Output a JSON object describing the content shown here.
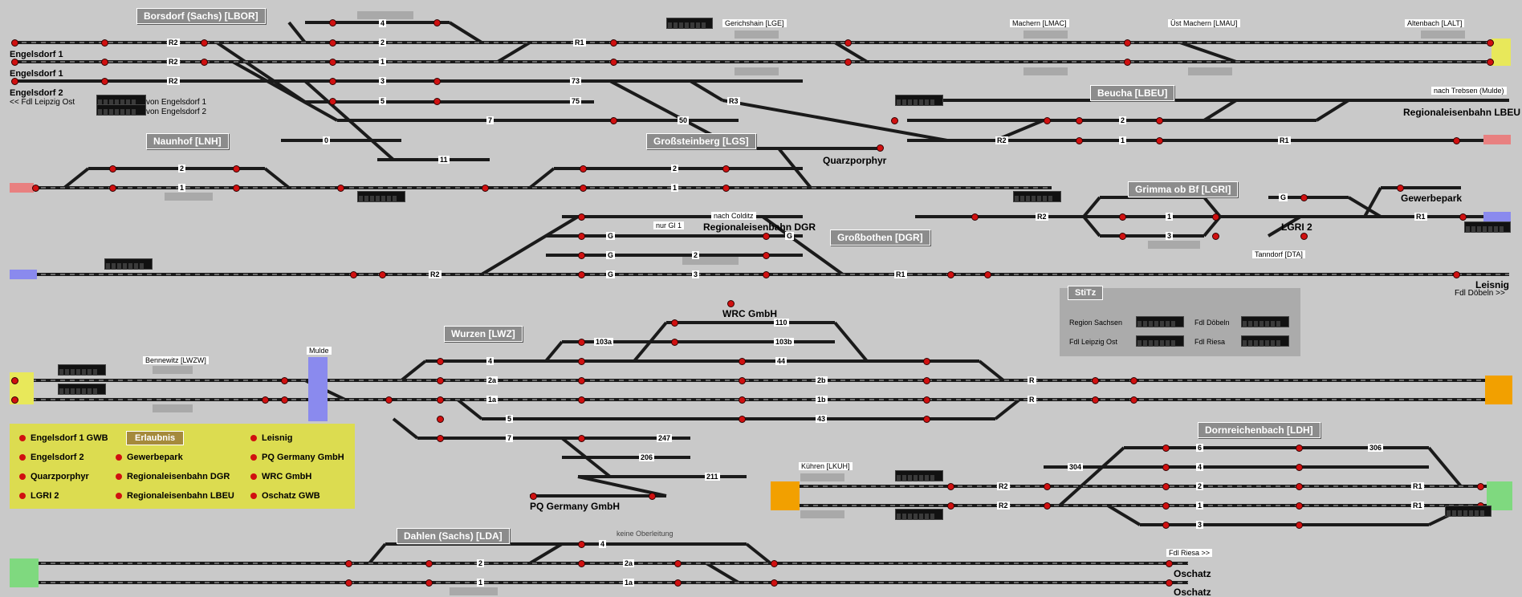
{
  "stations": [
    {
      "id": "borsdorf",
      "label": "Borsdorf (Sachs) [LBOR]"
    },
    {
      "id": "naunhof",
      "label": "Naunhof [LNH]"
    },
    {
      "id": "grosssteinberg",
      "label": "Großsteinberg [LGS]"
    },
    {
      "id": "beucha",
      "label": "Beucha [LBEU]"
    },
    {
      "id": "grimma",
      "label": "Grimma ob Bf [LGRI]"
    },
    {
      "id": "grossbothen",
      "label": "Großbothen [DGR]"
    },
    {
      "id": "wurzen",
      "label": "Wurzen [LWZ]"
    },
    {
      "id": "dornreichenbach",
      "label": "Dornreichenbach [LDH]"
    },
    {
      "id": "dahlen",
      "label": "Dahlen (Sachs) [LDA]"
    }
  ],
  "labels": {
    "engelsdorf1a": "Engelsdorf 1",
    "engelsdorf1b": "Engelsdorf 1",
    "engelsdorf2": "Engelsdorf 2",
    "fdl_leipzig": "<< Fdl Leipzig Ost",
    "von_engelsdorf1": "von Engelsdorf 1",
    "von_engelsdorf2": "von Engelsdorf 2",
    "gerichshain": "Gerichshain [LGE]",
    "machern": "Machern [LMAC]",
    "ust_machern": "Üst Machern [LMAU]",
    "altenbach": "Altenbach [LALT]",
    "nach_trebsen": "nach Trebsen (Mulde)",
    "rb_lbeu": "Regionaleisenbahn LBEU",
    "quarzporphyr": "Quarzporphyr",
    "gewerbepark": "Gewerbepark",
    "nach_colditz": "nach Colditz",
    "nur_gl1": "nur Gl 1",
    "rb_dgr": "Regionaleisenbahn DGR",
    "lgri2": "LGRI 2",
    "tanndorf": "Tanndorf [DTA]",
    "leisnig": "Leisnig",
    "fdl_doebeln": "Fdl Döbeln >>",
    "wrc": "WRC GmbH",
    "bennewitz": "Bennewitz [LWZW]",
    "mulde": "Mulde",
    "kuehren": "Kühren [LKUH]",
    "pq": "PQ Germany GmbH",
    "keine_oberleitung": "keine Oberleitung",
    "fdl_riesa": "Fdl Riesa >>",
    "oschatz1": "Oschatz",
    "oschatz2": "Oschatz"
  },
  "track_labels": [
    {
      "id": "t_b4",
      "text": "4"
    },
    {
      "id": "t_br2a",
      "text": "R2"
    },
    {
      "id": "t_b2",
      "text": "2"
    },
    {
      "id": "t_br1",
      "text": "R1"
    },
    {
      "id": "t_br2b",
      "text": "R2"
    },
    {
      "id": "t_b1",
      "text": "1"
    },
    {
      "id": "t_br2c",
      "text": "R2"
    },
    {
      "id": "t_b3",
      "text": "3"
    },
    {
      "id": "t_b73",
      "text": "73"
    },
    {
      "id": "t_b5",
      "text": "5"
    },
    {
      "id": "t_b75",
      "text": "75"
    },
    {
      "id": "t_br3",
      "text": "R3"
    },
    {
      "id": "t_b7",
      "text": "7"
    },
    {
      "id": "t_b50",
      "text": "50"
    },
    {
      "id": "t_b0",
      "text": "0"
    },
    {
      "id": "t_b11",
      "text": "11"
    },
    {
      "id": "t_beur2",
      "text": "R2"
    },
    {
      "id": "t_beu2",
      "text": "2"
    },
    {
      "id": "t_beu1",
      "text": "1"
    },
    {
      "id": "t_beur1",
      "text": "R1"
    },
    {
      "id": "t_n2",
      "text": "2"
    },
    {
      "id": "t_n1",
      "text": "1"
    },
    {
      "id": "t_gs2",
      "text": "2"
    },
    {
      "id": "t_gs1",
      "text": "1"
    },
    {
      "id": "t_g1",
      "text": "G"
    },
    {
      "id": "t_g2",
      "text": "G"
    },
    {
      "id": "t_g3",
      "text": "G"
    },
    {
      "id": "t_g4",
      "text": "G"
    },
    {
      "id": "t_dgr2",
      "text": "2"
    },
    {
      "id": "t_dgrr2",
      "text": "R2"
    },
    {
      "id": "t_dgr3",
      "text": "3"
    },
    {
      "id": "t_dgrr1",
      "text": "R1"
    },
    {
      "id": "t_gr_r2",
      "text": "R2"
    },
    {
      "id": "t_gr1",
      "text": "1"
    },
    {
      "id": "t_gr3",
      "text": "3"
    },
    {
      "id": "t_grg",
      "text": "G"
    },
    {
      "id": "t_grr1",
      "text": "R1"
    },
    {
      "id": "t_w110",
      "text": "110"
    },
    {
      "id": "t_w103a",
      "text": "103a"
    },
    {
      "id": "t_w103b",
      "text": "103b"
    },
    {
      "id": "t_w4",
      "text": "4"
    },
    {
      "id": "t_w44",
      "text": "44"
    },
    {
      "id": "t_w2a",
      "text": "2a"
    },
    {
      "id": "t_w2b",
      "text": "2b"
    },
    {
      "id": "t_wr1",
      "text": "R"
    },
    {
      "id": "t_w1a",
      "text": "1a"
    },
    {
      "id": "t_w1b",
      "text": "1b"
    },
    {
      "id": "t_wr2",
      "text": "R"
    },
    {
      "id": "t_w5",
      "text": "5"
    },
    {
      "id": "t_w43",
      "text": "43"
    },
    {
      "id": "t_w7",
      "text": "7"
    },
    {
      "id": "t_w247",
      "text": "247"
    },
    {
      "id": "t_w206",
      "text": "206"
    },
    {
      "id": "t_w211",
      "text": "211"
    },
    {
      "id": "t_d6",
      "text": "6"
    },
    {
      "id": "t_d304",
      "text": "304"
    },
    {
      "id": "t_d306",
      "text": "306"
    },
    {
      "id": "t_d4",
      "text": "4"
    },
    {
      "id": "t_d2",
      "text": "2"
    },
    {
      "id": "t_dr2",
      "text": "R2"
    },
    {
      "id": "t_dr1",
      "text": "R1"
    },
    {
      "id": "t_d1",
      "text": "1"
    },
    {
      "id": "t_dr1b",
      "text": "R1"
    },
    {
      "id": "t_dr2b",
      "text": "R2"
    },
    {
      "id": "t_d3",
      "text": "3"
    },
    {
      "id": "t_da4",
      "text": "4"
    },
    {
      "id": "t_da2",
      "text": "2"
    },
    {
      "id": "t_da2a",
      "text": "2a"
    },
    {
      "id": "t_da1",
      "text": "1"
    },
    {
      "id": "t_da1a",
      "text": "1a"
    }
  ],
  "legend": {
    "title": "Erlaubnis",
    "items": [
      "Engelsdorf 1 GWB",
      "Engelsdorf 2",
      "Quarzporphyr",
      "LGRI 2",
      "Gewerbepark",
      "Regionaleisenbahn DGR",
      "Regionaleisenbahn LBEU",
      "Leisnig",
      "PQ Germany GmbH",
      "WRC GmbH",
      "Oschatz GWB"
    ]
  },
  "stitz": {
    "title": "StiTz",
    "items": [
      "Region Sachsen",
      "Fdl Döbeln",
      "Fdl Leipzig Ost",
      "Fdl Riesa"
    ]
  },
  "colors": {
    "background": "#c9c9c9",
    "track": "#1a1a1a",
    "signal": "#d01010",
    "legend": "#dcdc50",
    "endmarker_yellow": "#e8e85a",
    "endmarker_red": "#e88080",
    "endmarker_blue": "#8a8aee",
    "endmarker_orange": "#f2a000",
    "endmarker_green": "#7fd97f"
  }
}
